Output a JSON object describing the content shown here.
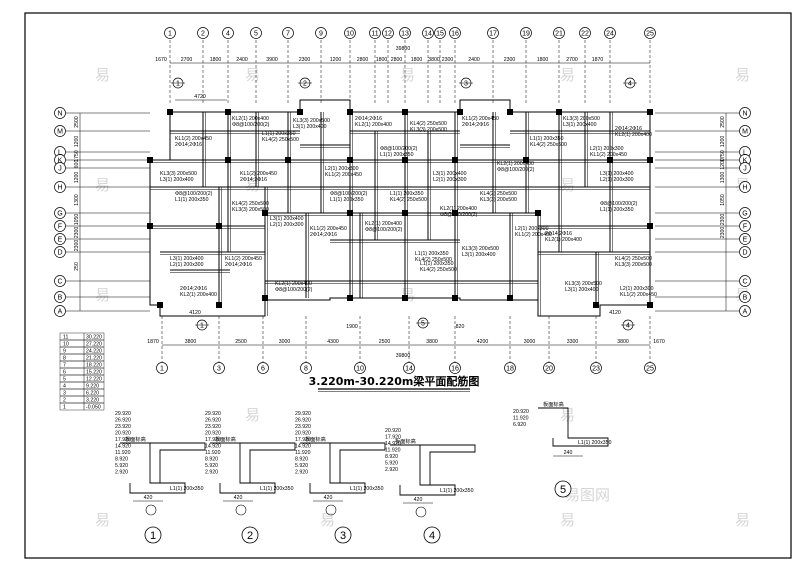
{
  "drawing": {
    "title": "3.220m-30.220m梁平面配筋图",
    "watermark": "易图网",
    "wm_chars": [
      "易",
      "易",
      "易",
      "易",
      "易",
      "易",
      "易",
      "易",
      "易",
      "易",
      "易",
      "易",
      "易",
      "易",
      "易",
      "易",
      "易",
      "易"
    ]
  },
  "top_axes": {
    "labels": [
      "1",
      "2",
      "4",
      "5",
      "7",
      "9",
      "10",
      "11",
      "12",
      "13",
      "14",
      "15",
      "16",
      "17",
      "19",
      "21",
      "22",
      "24",
      "25"
    ],
    "dims": [
      "1670",
      "2700",
      "1800",
      "2400",
      "3900",
      "2300",
      "1200",
      "2800",
      "1800",
      "2800",
      "1800",
      "3800",
      "2300",
      "2400",
      "2300",
      "1800",
      "2700",
      "1870"
    ],
    "overall": "39800"
  },
  "bottom_axes": {
    "labels": [
      "1",
      "3",
      "6",
      "8",
      "10",
      "14",
      "16",
      "18",
      "20",
      "23",
      "25"
    ],
    "dims": [
      "1870",
      "3800",
      "2500",
      "3000",
      "4300",
      "2500",
      "3800",
      "4200",
      "3000",
      "3300",
      "3800",
      "1670"
    ],
    "overall": "39800"
  },
  "left_axes": {
    "labels": [
      "N",
      "M",
      "L",
      "K",
      "J",
      "H",
      "G",
      "F",
      "E",
      "D",
      "C",
      "B",
      "A"
    ],
    "dims": [
      "2500",
      "1200",
      "1750",
      "600",
      "1200",
      "1300",
      "1050",
      "2300",
      "2300",
      "250"
    ]
  },
  "right_axes": {
    "labels": [
      "N",
      "M",
      "L",
      "K",
      "J",
      "H",
      "G",
      "F",
      "E",
      "D",
      "C",
      "B",
      "A"
    ],
    "dims": [
      "2500",
      "1200",
      "1750",
      "1200",
      "1300",
      "1050",
      "2300",
      "2300"
    ]
  },
  "plan_dims": {
    "top_left": "4720",
    "bottom_left": "4120",
    "bottom_right": "4120",
    "mid_a": "1900",
    "mid_b": "820"
  },
  "section_markers": [
    "1",
    "2",
    "3",
    "4",
    "5"
  ],
  "legend": {
    "rows": [
      "30.220",
      "27.220",
      "24.220",
      "21.220",
      "18.220",
      "15.220",
      "12.220",
      "9.220",
      "6.220",
      "3.220",
      "-0.050"
    ]
  },
  "details": [
    {
      "label": "1",
      "levels": [
        "29.920",
        "26.920",
        "23.920",
        "20.920",
        "17.920",
        "14.920",
        "11.920",
        "8.920",
        "5.920",
        "2.920"
      ],
      "dim": "420",
      "note": "板面标高"
    },
    {
      "label": "2",
      "levels": [
        "29.920",
        "26.920",
        "23.920",
        "20.920",
        "17.920",
        "14.920",
        "11.920",
        "8.920",
        "5.920",
        "2.920"
      ],
      "dim": "420",
      "note": "板面标高"
    },
    {
      "label": "3",
      "levels": [
        "29.920",
        "26.920",
        "23.920",
        "20.920",
        "17.920",
        "14.920",
        "11.920",
        "8.920",
        "5.920",
        "2.920"
      ],
      "dim": "420",
      "note": "板面标高"
    },
    {
      "label": "4",
      "levels": [
        "20.920",
        "17.920",
        "14.920",
        "11.920",
        "8.920",
        "5.920",
        "2.920"
      ],
      "dim": "420",
      "note": "板面标高"
    },
    {
      "label": "5",
      "levels": [
        "20.920",
        "11.920",
        "6.920"
      ],
      "dim": "240",
      "note": "板面标高"
    }
  ],
  "beam_tags": [
    "KL1(2) 200x450",
    "KL2(1) 200x400",
    "L1(1) 200x350",
    "KL3(3) 200x500",
    "L2(1) 200x300",
    "2Φ14;2Φ16",
    "Φ8@100/200(2)",
    "KL4(2) 250x500",
    "L3(1) 200x400"
  ],
  "colors": {
    "line": "#000000",
    "paper": "#ffffff",
    "watermark": "#d6d6d6"
  }
}
